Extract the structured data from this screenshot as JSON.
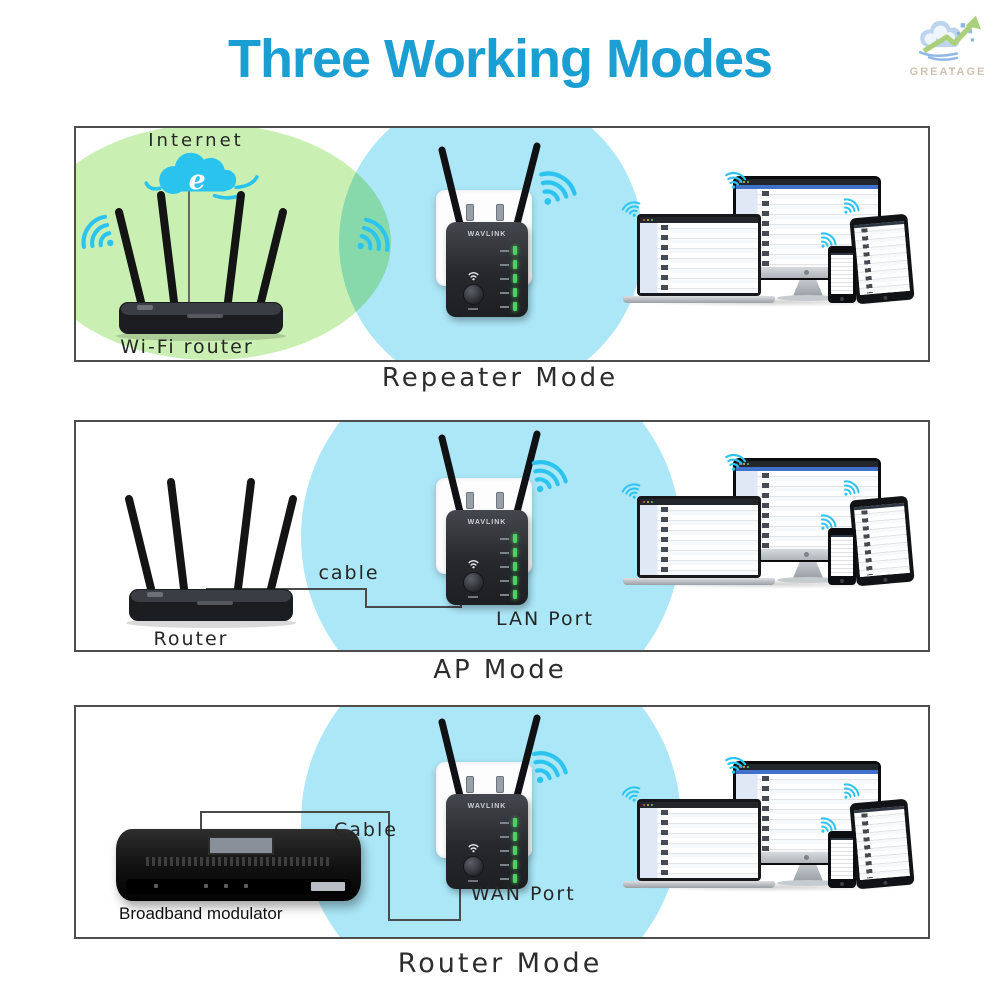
{
  "title": "Three Working Modes",
  "watermark": {
    "brand": "GREATAGE"
  },
  "device_brand": "WAVLINK",
  "panels": [
    {
      "mode": "Repeater Mode",
      "labels": {
        "internet": "Internet",
        "router": "Wi-Fi router"
      }
    },
    {
      "mode": "AP Mode",
      "labels": {
        "router": "Router",
        "cable": "cable",
        "port": "LAN Port"
      }
    },
    {
      "mode": "Router Mode",
      "labels": {
        "modem": "Broadband modulator",
        "cable": "Cable",
        "port": "WAN Port"
      }
    }
  ],
  "icons": [
    "internet-cloud-icon",
    "wifi-signal-icon",
    "greatage-logo",
    "led-indicator"
  ],
  "colors": {
    "title": "#1b9fd2",
    "wifi_icon": "#2cc4ef",
    "extended_coverage": "#abe7f7",
    "router_coverage": "#c9f0b2",
    "led_green": "#49d35e",
    "cable_line": "#4a4a4a"
  }
}
